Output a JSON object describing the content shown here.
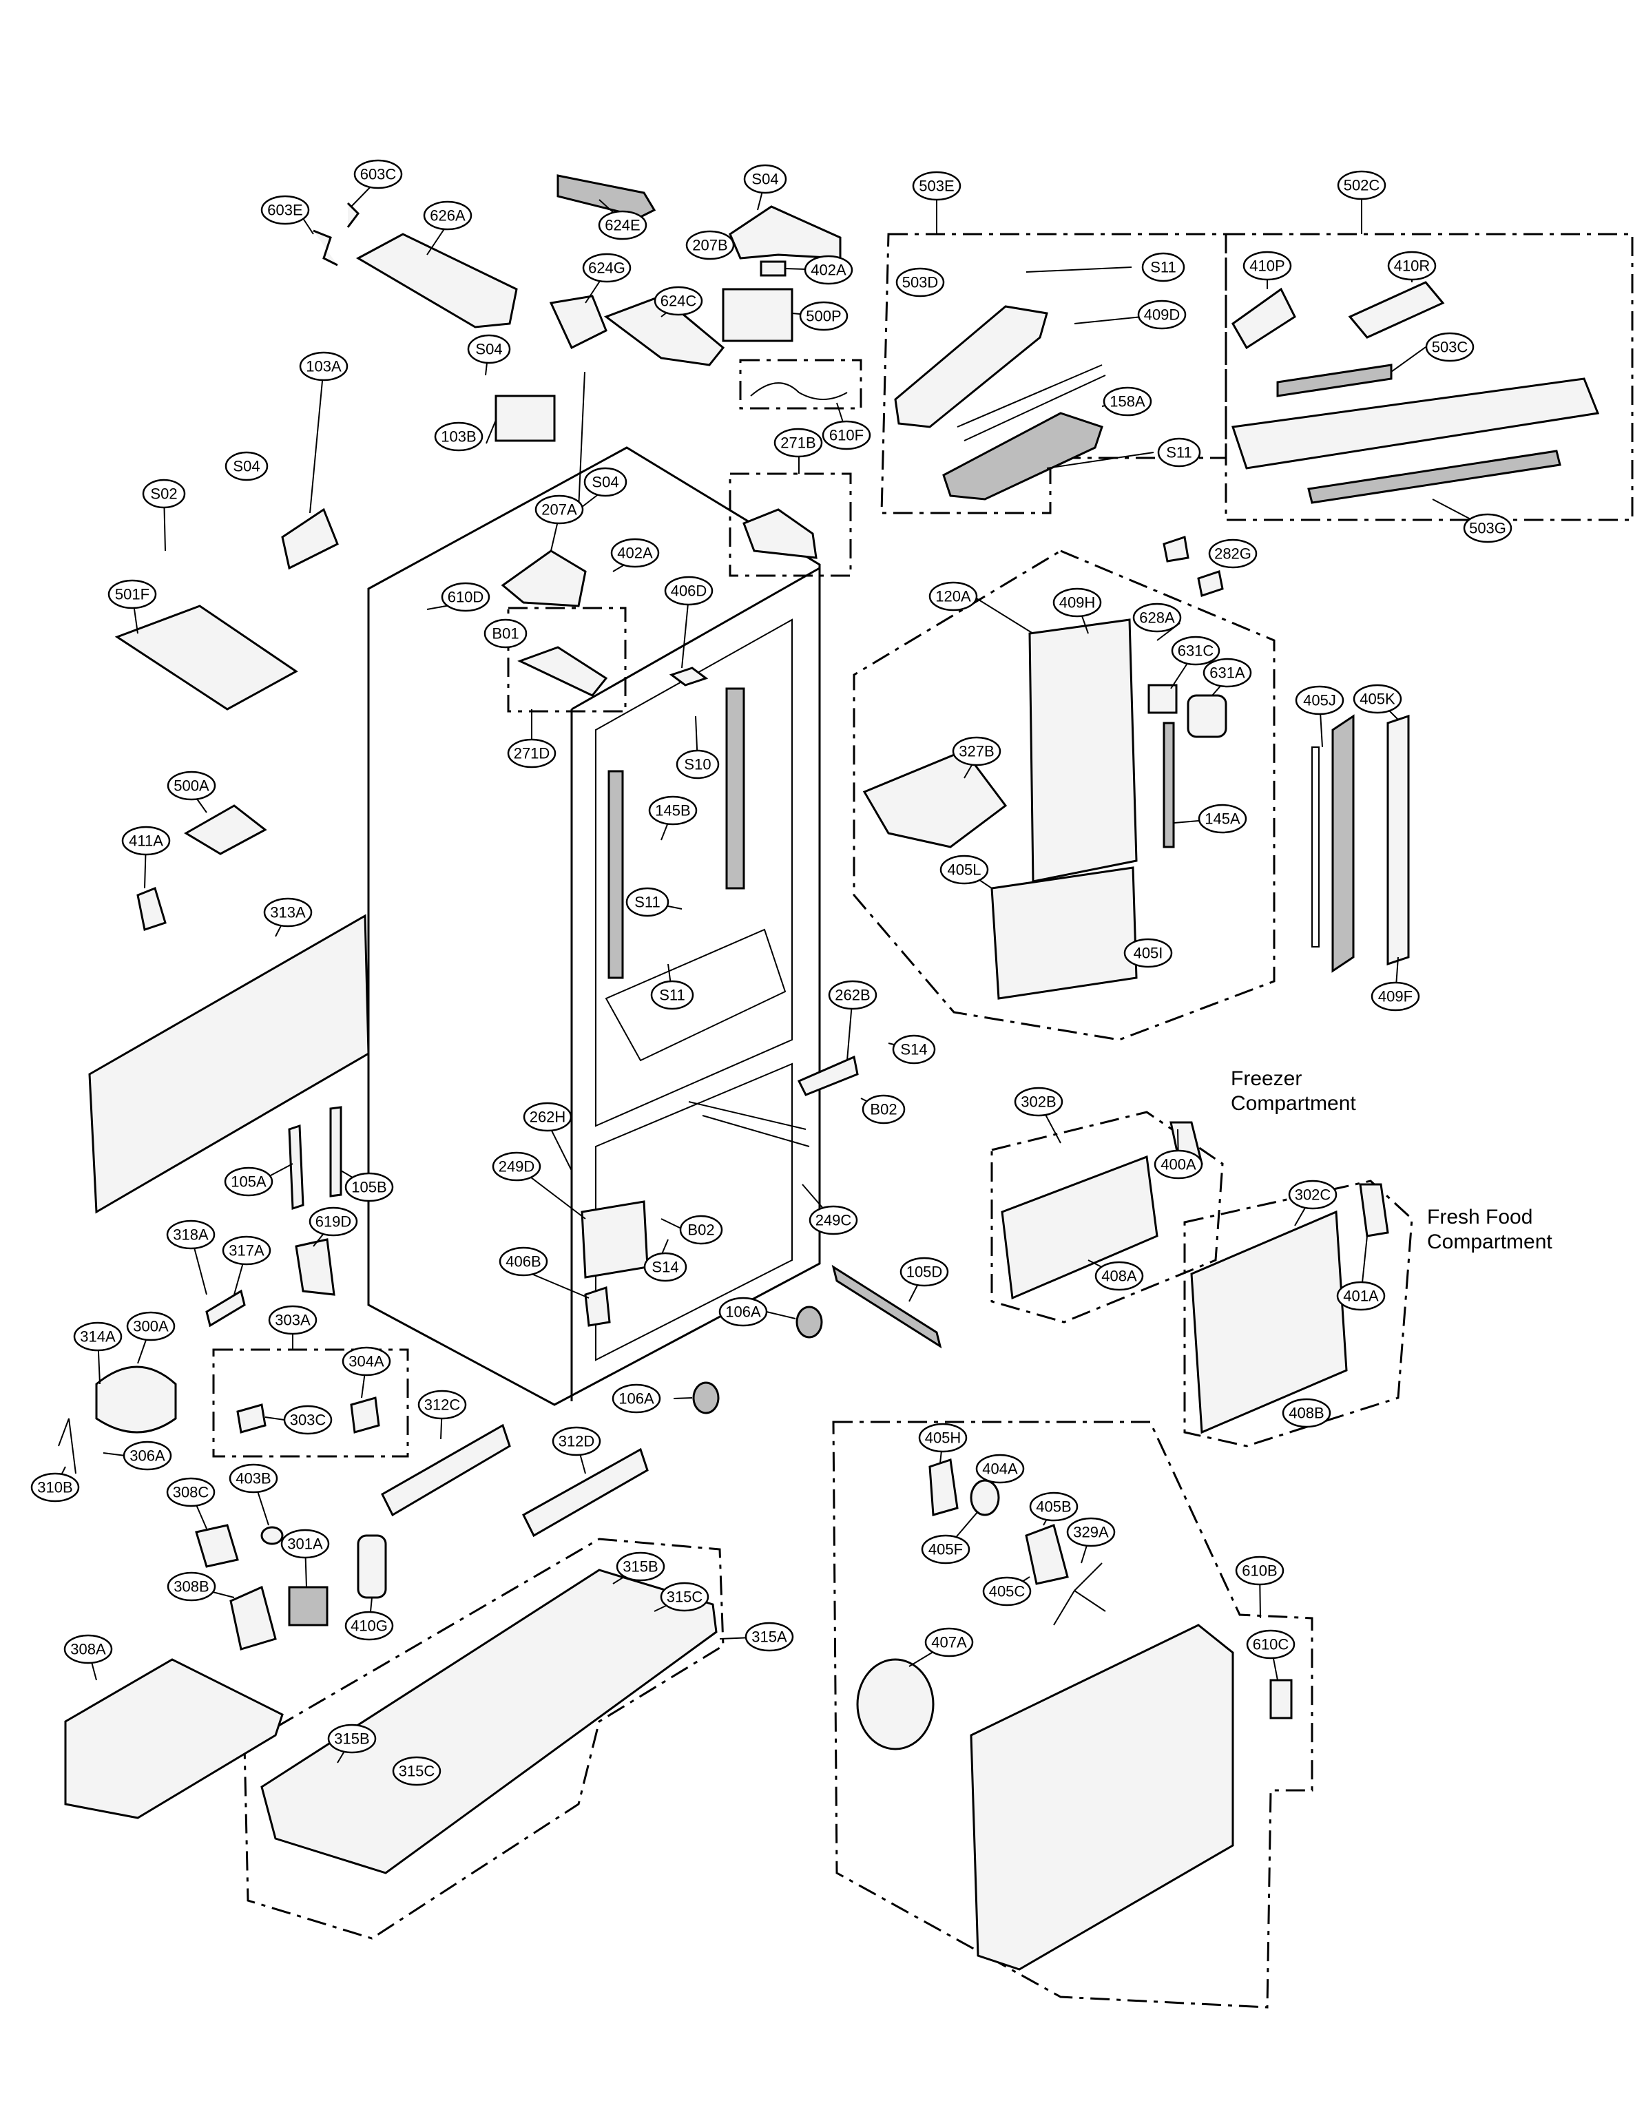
{
  "captions": {
    "freezer_line1": "Freezer",
    "freezer_line2": "Compartment",
    "fresh_line1": "Fresh Food",
    "fresh_line2": "Compartment"
  },
  "callouts": [
    {
      "id": "c603E",
      "label": "603E"
    },
    {
      "id": "c603C",
      "label": "603C"
    },
    {
      "id": "c626A",
      "label": "626A"
    },
    {
      "id": "c624E",
      "label": "624E"
    },
    {
      "id": "c624G",
      "label": "624G"
    },
    {
      "id": "c624C",
      "label": "624C"
    },
    {
      "id": "cS04a",
      "label": "S04"
    },
    {
      "id": "c207Ba",
      "label": "207B"
    },
    {
      "id": "c402Aa",
      "label": "402A"
    },
    {
      "id": "c500P",
      "label": "500P"
    },
    {
      "id": "c610F",
      "label": "610F"
    },
    {
      "id": "c503E",
      "label": "503E"
    },
    {
      "id": "c503D",
      "label": "503D"
    },
    {
      "id": "cS11a",
      "label": "S11"
    },
    {
      "id": "c409D",
      "label": "409D"
    },
    {
      "id": "c158A",
      "label": "158A"
    },
    {
      "id": "cS11b",
      "label": "S11"
    },
    {
      "id": "c502C",
      "label": "502C"
    },
    {
      "id": "c410P",
      "label": "410P"
    },
    {
      "id": "c410R",
      "label": "410R"
    },
    {
      "id": "c503C",
      "label": "503C"
    },
    {
      "id": "c503G",
      "label": "503G"
    },
    {
      "id": "cS04b",
      "label": "S04"
    },
    {
      "id": "c103B",
      "label": "103B"
    },
    {
      "id": "c271B",
      "label": "271B"
    },
    {
      "id": "cS04c",
      "label": "S04"
    },
    {
      "id": "c103A",
      "label": "103A"
    },
    {
      "id": "cS02",
      "label": "S02"
    },
    {
      "id": "cS04d",
      "label": "S04"
    },
    {
      "id": "c207A",
      "label": "207A"
    },
    {
      "id": "c402Ab",
      "label": "402A"
    },
    {
      "id": "c610D",
      "label": "610D"
    },
    {
      "id": "c406D",
      "label": "406D"
    },
    {
      "id": "cB01",
      "label": "B01"
    },
    {
      "id": "c271D",
      "label": "271D"
    },
    {
      "id": "cS10",
      "label": "S10"
    },
    {
      "id": "c501F",
      "label": "501F"
    },
    {
      "id": "c282G",
      "label": "282G"
    },
    {
      "id": "c120A",
      "label": "120A"
    },
    {
      "id": "c409H",
      "label": "409H"
    },
    {
      "id": "c628A",
      "label": "628A"
    },
    {
      "id": "c631C",
      "label": "631C"
    },
    {
      "id": "c631A",
      "label": "631A"
    },
    {
      "id": "c327B",
      "label": "327B"
    },
    {
      "id": "c145A",
      "label": "145A"
    },
    {
      "id": "c405L",
      "label": "405L"
    },
    {
      "id": "c405I",
      "label": "405I"
    },
    {
      "id": "c405J",
      "label": "405J"
    },
    {
      "id": "c405K",
      "label": "405K"
    },
    {
      "id": "c409F",
      "label": "409F"
    },
    {
      "id": "c500A",
      "label": "500A"
    },
    {
      "id": "c145B",
      "label": "145B"
    },
    {
      "id": "c411A",
      "label": "411A"
    },
    {
      "id": "cS11c",
      "label": "S11"
    },
    {
      "id": "cS11d",
      "label": "S11"
    },
    {
      "id": "c313A",
      "label": "313A"
    },
    {
      "id": "c262B",
      "label": "262B"
    },
    {
      "id": "cS14a",
      "label": "S14"
    },
    {
      "id": "cB02a",
      "label": "B02"
    },
    {
      "id": "c262H",
      "label": "262H"
    },
    {
      "id": "c249D",
      "label": "249D"
    },
    {
      "id": "cB02b",
      "label": "B02"
    },
    {
      "id": "c249C",
      "label": "249C"
    },
    {
      "id": "cS14b",
      "label": "S14"
    },
    {
      "id": "c406B",
      "label": "406B"
    },
    {
      "id": "c105A",
      "label": "105A"
    },
    {
      "id": "c105B",
      "label": "105B"
    },
    {
      "id": "c318A",
      "label": "318A"
    },
    {
      "id": "c317A",
      "label": "317A"
    },
    {
      "id": "c619D",
      "label": "619D"
    },
    {
      "id": "c302B",
      "label": "302B"
    },
    {
      "id": "c400A",
      "label": "400A"
    },
    {
      "id": "c408A",
      "label": "408A"
    },
    {
      "id": "c302C",
      "label": "302C"
    },
    {
      "id": "c401A",
      "label": "401A"
    },
    {
      "id": "c408B",
      "label": "408B"
    },
    {
      "id": "c105D",
      "label": "105D"
    },
    {
      "id": "c106Aa",
      "label": "106A"
    },
    {
      "id": "c106Ab",
      "label": "106A"
    },
    {
      "id": "c303A",
      "label": "303A"
    },
    {
      "id": "c304A",
      "label": "304A"
    },
    {
      "id": "c303C",
      "label": "303C"
    },
    {
      "id": "c314A",
      "label": "314A"
    },
    {
      "id": "c300A",
      "label": "300A"
    },
    {
      "id": "c306A",
      "label": "306A"
    },
    {
      "id": "c310B",
      "label": "310B"
    },
    {
      "id": "c312C",
      "label": "312C"
    },
    {
      "id": "c312D",
      "label": "312D"
    },
    {
      "id": "c308C",
      "label": "308C"
    },
    {
      "id": "c403B",
      "label": "403B"
    },
    {
      "id": "c301A",
      "label": "301A"
    },
    {
      "id": "c308B",
      "label": "308B"
    },
    {
      "id": "c410G",
      "label": "410G"
    },
    {
      "id": "c308A",
      "label": "308A"
    },
    {
      "id": "c315B",
      "label": "315B"
    },
    {
      "id": "c315C",
      "label": "315C"
    },
    {
      "id": "c315A",
      "label": "315A"
    },
    {
      "id": "c315Bb",
      "label": "315B"
    },
    {
      "id": "c315Cb",
      "label": "315C"
    },
    {
      "id": "c405H",
      "label": "405H"
    },
    {
      "id": "c404A",
      "label": "404A"
    },
    {
      "id": "c405B",
      "label": "405B"
    },
    {
      "id": "c329A",
      "label": "329A"
    },
    {
      "id": "c405F",
      "label": "405F"
    },
    {
      "id": "c405C",
      "label": "405C"
    },
    {
      "id": "c407A",
      "label": "407A"
    },
    {
      "id": "c610B",
      "label": "610B"
    },
    {
      "id": "c610C",
      "label": "610C"
    }
  ]
}
